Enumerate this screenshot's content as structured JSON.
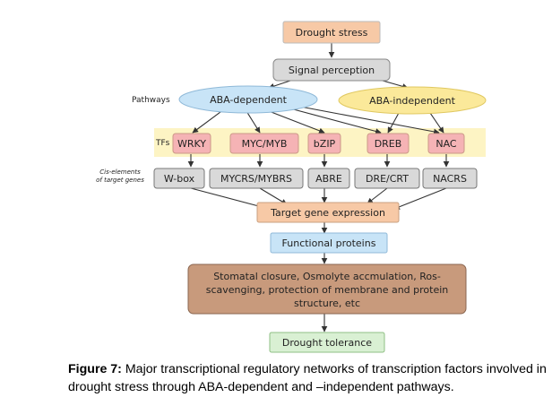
{
  "figure": {
    "nodes": {
      "drought_stress": "Drought stress",
      "signal_perception": "Signal perception",
      "pathways_label": "Pathways",
      "aba_dependent": "ABA-dependent",
      "aba_independent": "ABA-independent",
      "tfs_label": "TFs",
      "wrky": "WRKY",
      "myc_myb": "MYC/MYB",
      "bzip": "bZIP",
      "dreb": "DREB",
      "nac": "NAC",
      "cis_label_1": "Cis-elements",
      "cis_label_2": "of target genes",
      "wbox": "W-box",
      "mycrs_mybrs": "MYCRS/MYBRS",
      "abre": "ABRE",
      "dre_crt": "DRE/CRT",
      "nacrs": "NACRS",
      "target_gene_expression": "Target gene expression",
      "functional_proteins": "Functional proteins",
      "outcome_line1": "Stomatal closure, Osmolyte accmulation, Ros-",
      "outcome_line2": "scavenging, protection of membrane and protein",
      "outcome_line3": "structure, etc",
      "drought_tolerance": "Drought tolerance"
    },
    "caption_label": "Figure 7:",
    "caption_text": " Major transcriptional regulatory networks of transcription factors involved in drought stress through ABA-dependent and –independent pathways."
  },
  "colors": {
    "peach_fill": "#f7c9a6",
    "grey_fill": "#d9d9d9",
    "blue_fill": "#c8e4f7",
    "yellow_fill": "#fbe99a",
    "pink_fill": "#f5b3b5",
    "highlight_band": "#fdf4c4",
    "brown_fill": "#c89a7c",
    "green_fill": "#d9f0d3"
  }
}
